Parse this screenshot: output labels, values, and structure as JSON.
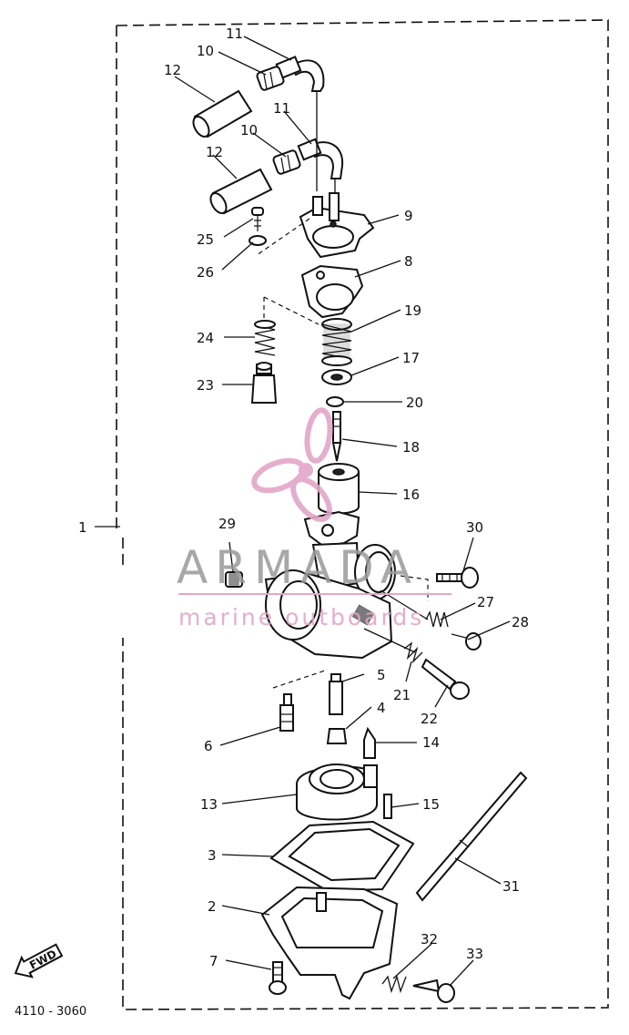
{
  "diagram": {
    "part_labels": [
      "1",
      "2",
      "3",
      "4",
      "5",
      "6",
      "7",
      "8",
      "9",
      "10",
      "10",
      "11",
      "11",
      "12",
      "12",
      "13",
      "14",
      "15",
      "16",
      "17",
      "18",
      "19",
      "20",
      "21",
      "22",
      "23",
      "24",
      "25",
      "26",
      "27",
      "28",
      "29",
      "30",
      "31",
      "32",
      "33"
    ],
    "direction_label": "FWD",
    "code": "4110 - 3060",
    "watermark": {
      "brand": "ARMADA",
      "tagline": "marine outboards",
      "colors": {
        "logo": "#e3a6c8",
        "brand_text": "#9a9a9a"
      }
    }
  }
}
